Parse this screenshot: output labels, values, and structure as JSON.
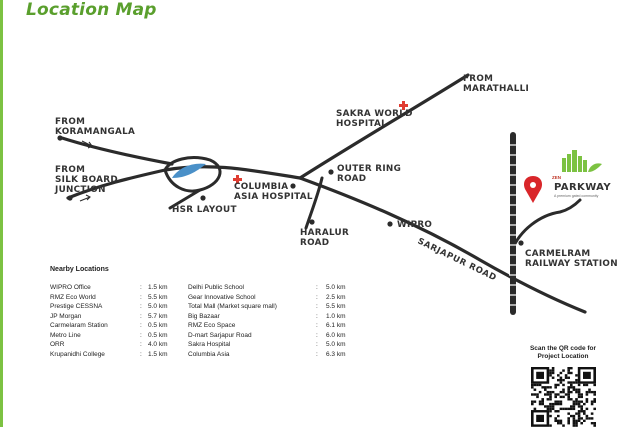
{
  "title": "Location Map",
  "places": {
    "from_koramangala": [
      "FROM",
      "KORAMANGALA"
    ],
    "from_silk_board": [
      "FROM",
      "SILK BOARD",
      "JUNCTION"
    ],
    "hsr_layout": "HSR LAYOUT",
    "columbia_asia": [
      "COLUMBIA",
      "ASIA HOSPITAL"
    ],
    "outer_ring_road": [
      "OUTER RING",
      "ROAD"
    ],
    "sakra_world": [
      "SAKRA WORLD",
      "HOSPITAL"
    ],
    "from_marathalli": [
      "FROM",
      "MARATHALLI"
    ],
    "haralur_road": [
      "HARALUR",
      "ROAD"
    ],
    "wipro": "WIPRO",
    "sarjapur_road": "SARJAPUR ROAD",
    "carmelram": [
      "CARMELRAM",
      "RAILWAY STATION"
    ]
  },
  "logo": {
    "small": "ZEN",
    "name": "PARKWAY",
    "tagline": "A premium gated community"
  },
  "nearby": {
    "title": "Nearby Locations",
    "left": [
      {
        "name": "WIPRO Office",
        "dist": "1.5 km"
      },
      {
        "name": "RMZ Eco World",
        "dist": "5.5 km"
      },
      {
        "name": "Prestige CESSNA",
        "dist": "5.0 km"
      },
      {
        "name": "JP Morgan",
        "dist": "5.7 km"
      },
      {
        "name": "Carmelaram Station",
        "dist": "0.5 km"
      },
      {
        "name": "Metro Line",
        "dist": "0.5 km"
      },
      {
        "name": "ORR",
        "dist": "4.0 km"
      },
      {
        "name": "Krupanidhi College",
        "dist": "1.5 km"
      }
    ],
    "right": [
      {
        "name": "Delhi Public School",
        "dist": "5.0 km"
      },
      {
        "name": "Gear Innovative School",
        "dist": "2.5 km"
      },
      {
        "name": "Total Mall (Market square mall)",
        "dist": "5.5 km"
      },
      {
        "name": "Big Bazaar",
        "dist": "1.0 km"
      },
      {
        "name": "RMZ Eco Space",
        "dist": "6.1 km"
      },
      {
        "name": "D-mart Sarjapur Road",
        "dist": "6.0 km"
      },
      {
        "name": "Sakra Hospital",
        "dist": "5.0 km"
      },
      {
        "name": "Columbia Asia",
        "dist": "6.3 km"
      }
    ],
    "separator": ":"
  },
  "qr_caption": [
    "Scan the QR code for",
    "Project Location"
  ],
  "colors": {
    "title": "#5a9f2d",
    "road": "#2b2b2b",
    "lake": "#4a90c8",
    "hospital": "#e03c31",
    "pin": "#d9262a",
    "accent": "#7cc242"
  }
}
